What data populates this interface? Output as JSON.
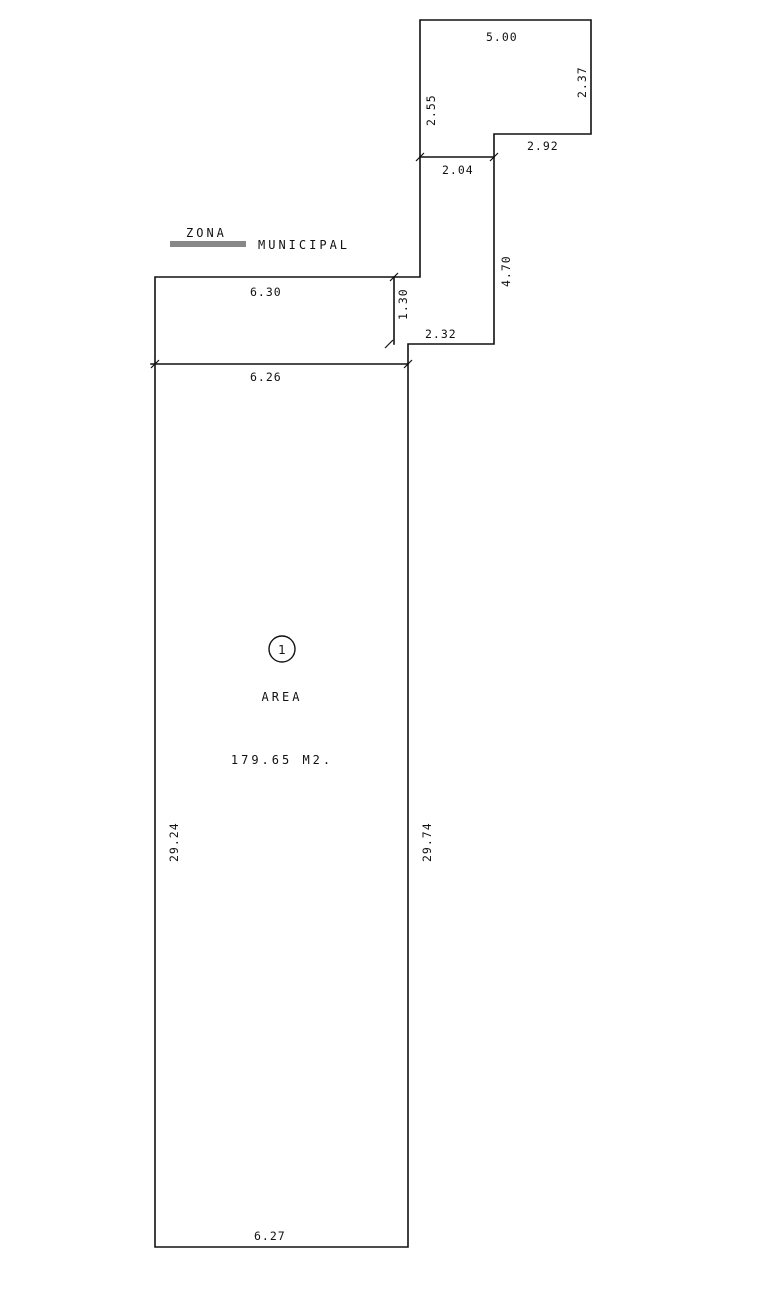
{
  "zone_label": {
    "word1": "ZONA",
    "word2": "MUNICIPAL"
  },
  "lot": {
    "number": "1",
    "area_label": "AREA",
    "area_value": "179.65 M2."
  },
  "dimensions": {
    "top": "5.00",
    "top_right": "2.37",
    "upper_left": "2.55",
    "step_right": "2.92",
    "neck_width": "2.04",
    "neck_right": "4.70",
    "front_top": "6.30",
    "front_step": "1.30",
    "step_bottom": "2.32",
    "lot_top": "6.26",
    "left_side": "29.24",
    "right_side": "29.74",
    "bottom": "6.27"
  }
}
